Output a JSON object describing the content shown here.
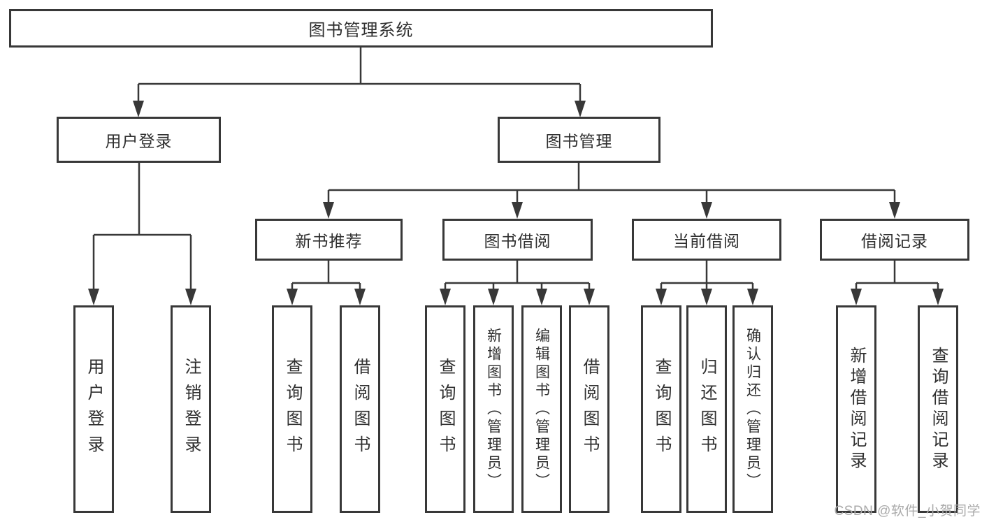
{
  "nodes": {
    "root": "图书管理系统",
    "level2": {
      "user_login": "用户登录",
      "book_mgmt": "图书管理"
    },
    "level3": {
      "new_books": "新书推荐",
      "book_borrow": "图书借阅",
      "current_borrow": "当前借阅",
      "borrow_records": "借阅记录"
    },
    "leaves": {
      "user_login": [
        "用户登录",
        "注销登录"
      ],
      "new_books": [
        "查询图书",
        "借阅图书"
      ],
      "book_borrow": [
        "查询图书",
        "新增图书（管理员）",
        "编辑图书（管理员）",
        "借阅图书"
      ],
      "current_borrow": [
        "查询图书",
        "归还图书",
        "确认归还（管理员）"
      ],
      "borrow_records": [
        "新增借阅记录",
        "查询借阅记录"
      ]
    }
  },
  "watermark": "CSDN @软件_小贺同学",
  "colors": {
    "line": "#383838",
    "text": "#2f2f2f",
    "box_background": "#ffffff",
    "page_background": "#ffffff",
    "watermark": "#aaaaaa"
  }
}
